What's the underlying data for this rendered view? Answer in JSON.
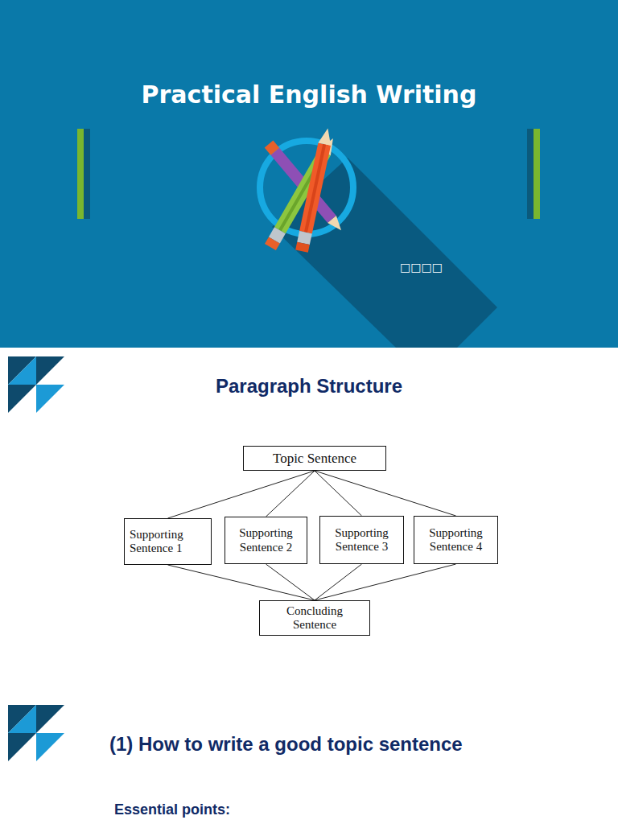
{
  "diagram": {
    "title": "Paragraph Structure",
    "nodes": [
      {
        "text": [
          "Topic Sentence"
        ]
      },
      {
        "text": [
          "Supporting Sentence 1"
        ]
      },
      {
        "text": [
          "Supporting Sentence 2"
        ]
      },
      {
        "text": [
          "Supporting Sentence 3"
        ]
      },
      {
        "text": [
          "Supporting Sentence 4"
        ]
      },
      {
        "text": [
          "Concluding Sentence"
        ]
      }
    ],
    "edges": [
      {
        "from": 0,
        "to": 1,
        "arrow": "none"
      },
      {
        "from": 0,
        "to": 2,
        "arrow": "none"
      },
      {
        "from": 0,
        "to": 3,
        "arrow": "none"
      },
      {
        "from": 0,
        "to": 4,
        "arrow": "none"
      },
      {
        "from": 1,
        "to": 5,
        "arrow": "none"
      },
      {
        "from": 2,
        "to": 5,
        "arrow": "none"
      },
      {
        "from": 3,
        "to": 5,
        "arrow": "none"
      },
      {
        "from": 4,
        "to": 5,
        "arrow": "none"
      }
    ],
    "labels": [
      "Practical English Writing",
      "□□□□",
      "(1) How to write a good topic sentence",
      "Essential points:"
    ]
  }
}
